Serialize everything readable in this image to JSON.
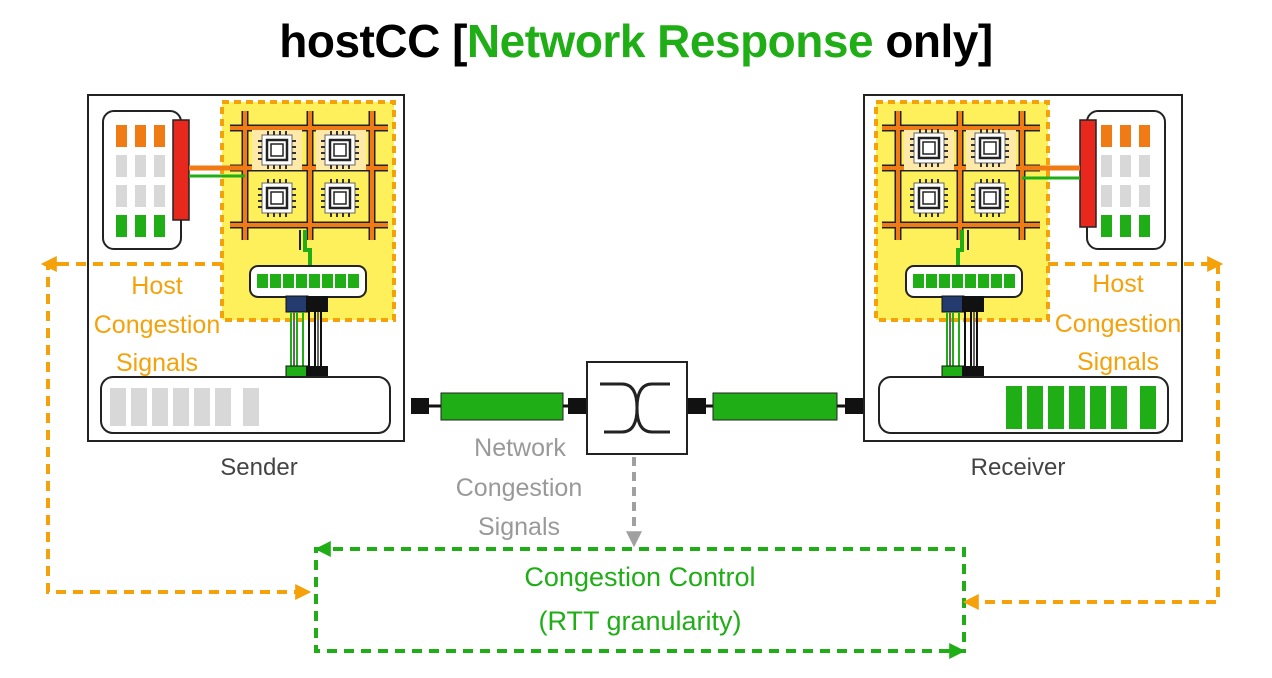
{
  "title": {
    "part1": "hostCC [",
    "highlight": "Network Response",
    "part2": " only]"
  },
  "sender": {
    "label": "Sender",
    "signal_line1": "Host",
    "signal_line2": "Congestion",
    "signal_line3": "Signals"
  },
  "receiver": {
    "label": "Receiver",
    "signal_line1": "Host",
    "signal_line2": "Congestion",
    "signal_line3": "Signals"
  },
  "network": {
    "line1": "Network",
    "line2": "Congestion",
    "line3": "Signals"
  },
  "congestion_control": {
    "line1": "Congestion Control",
    "line2": "(RTT granularity)"
  },
  "colors": {
    "green": "#1fae16",
    "orange": "#f5a20a",
    "gray_text": "#999999",
    "highlight_yellow": "#fdf05a",
    "nic_red": "#e8281c"
  }
}
